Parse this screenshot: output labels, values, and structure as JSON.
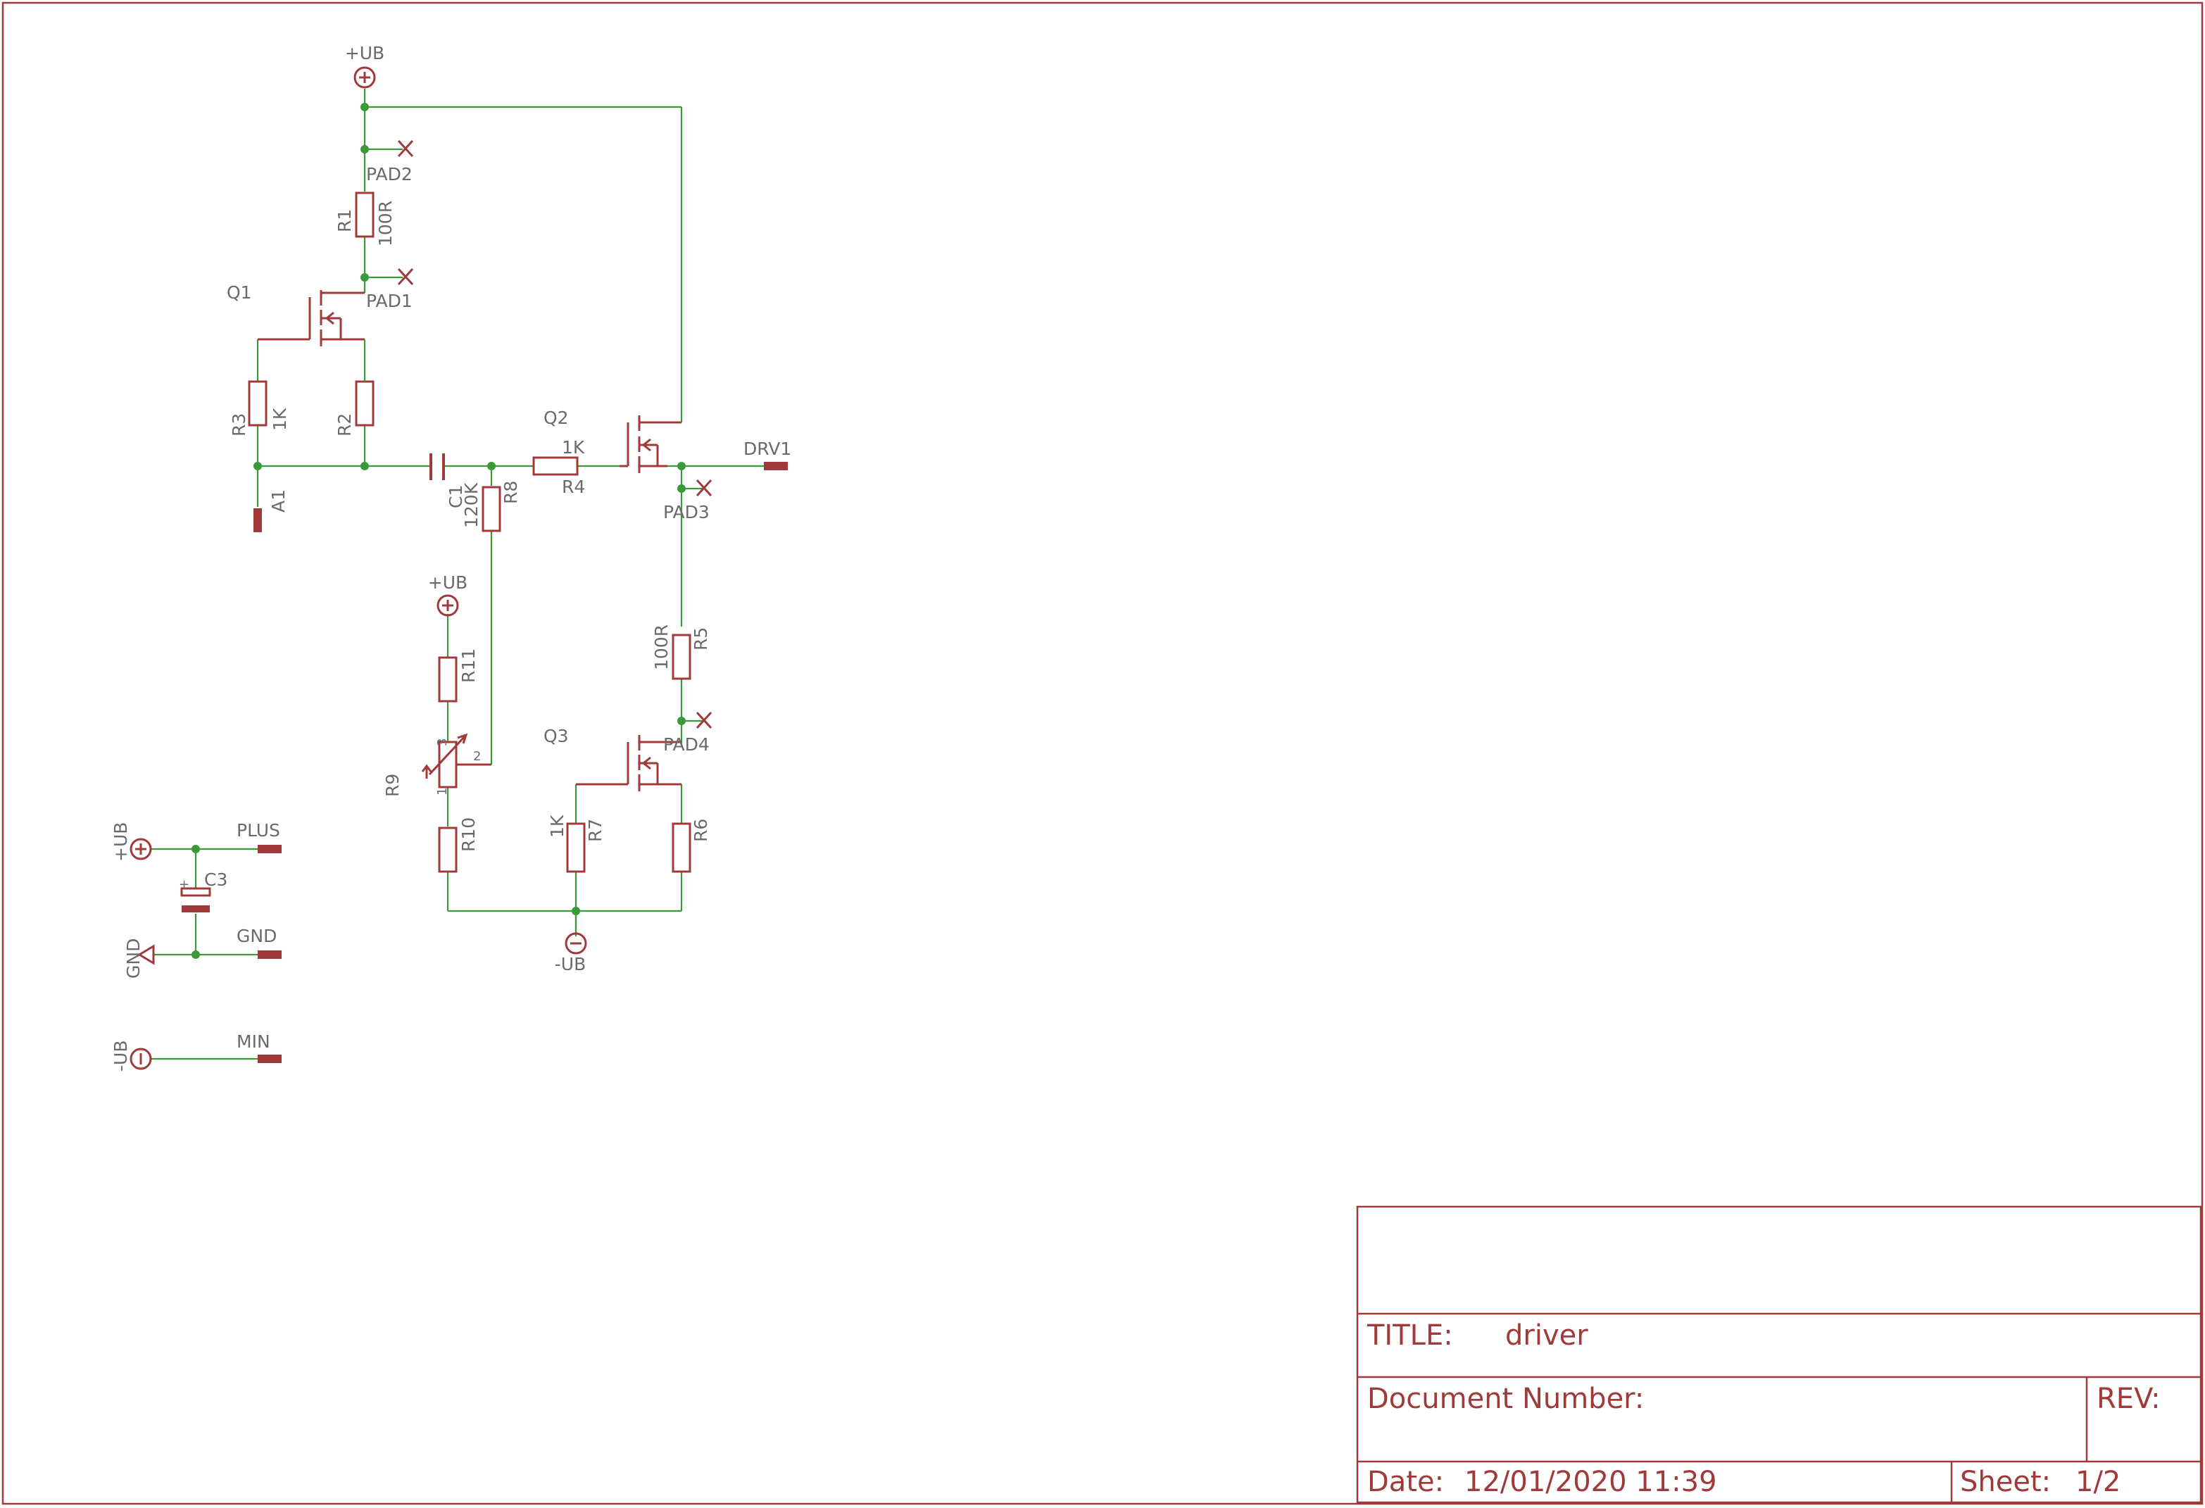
{
  "supply": {
    "plus": "+UB",
    "minus": "-UB",
    "gnd": "GND"
  },
  "pads": {
    "pad1": "PAD1",
    "pad2": "PAD2",
    "pad3": "PAD3",
    "pad4": "PAD4"
  },
  "transistors": {
    "q1": "Q1",
    "q2": "Q2",
    "q3": "Q3"
  },
  "resistors": [
    {
      "name": "R1",
      "value": "100R"
    },
    {
      "name": "R2",
      "value": ""
    },
    {
      "name": "R3",
      "value": "1K"
    },
    {
      "name": "R4",
      "value": "1K"
    },
    {
      "name": "R5",
      "value": "100R"
    },
    {
      "name": "R6",
      "value": ""
    },
    {
      "name": "R7",
      "value": "1K"
    },
    {
      "name": "R8",
      "value": "120K"
    },
    {
      "name": "R9",
      "value": ""
    },
    {
      "name": "R10",
      "value": ""
    },
    {
      "name": "R11",
      "value": ""
    }
  ],
  "pot_pins": {
    "p1": "1",
    "p2": "2",
    "p3": "3"
  },
  "capacitors": {
    "c1": "C1",
    "c3": "C3",
    "plus_sign": "+"
  },
  "connectors": {
    "a1": "A1",
    "drv1": "DRV1",
    "plus": "PLUS",
    "gnd": "GND",
    "min": "MIN"
  },
  "title_block": {
    "title_label": "TITLE:",
    "title_value": "driver",
    "doc_label": "Document Number:",
    "rev_label": "REV:",
    "date_label": "Date:",
    "date_value": "12/01/2020 11:39",
    "sheet_label": "Sheet:",
    "sheet_value": "1/2"
  }
}
